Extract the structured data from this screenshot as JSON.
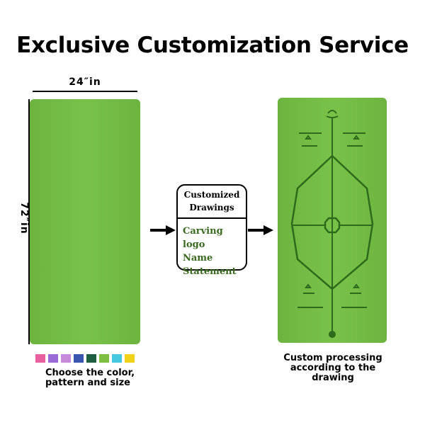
{
  "title": "Exclusive Customization Service",
  "dimensions": {
    "width": "24″in",
    "length": "72″in"
  },
  "box": {
    "heading_line1": "Customized",
    "heading_line2": "Drawings",
    "items": [
      "Carving logo",
      "Name",
      "Statement"
    ]
  },
  "swatches": [
    "#e8609e",
    "#9a6ad6",
    "#c78bd9",
    "#3a55b0",
    "#1f5e40",
    "#7fbf3f",
    "#44c9e0",
    "#f0d21a"
  ],
  "captions": {
    "left_line1": "Choose the color,",
    "left_line2": "pattern and size",
    "right_line1": "Custom processing",
    "right_line2": "according to the drawing"
  },
  "colors": {
    "mat": "#72bb44",
    "line": "#2f6a1c",
    "accent": "#3a6a1f"
  }
}
